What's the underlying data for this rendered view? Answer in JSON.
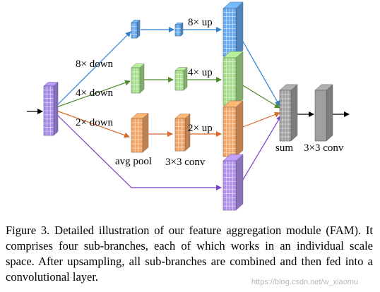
{
  "figure": {
    "branch_labels": {
      "down_8x": "8× down",
      "down_4x": "4× down",
      "down_2x": "2× down",
      "up_8x": "8× up",
      "up_4x": "4× up",
      "up_2x": "2× up",
      "avg_pool": "avg pool",
      "conv_3x3_branch": "3×3 conv",
      "sum": "sum",
      "conv_3x3_out": "3×3 conv"
    },
    "colors": {
      "input": "#a88ee8",
      "blue": "#6aaaf0",
      "green": "#a6dc8c",
      "orange": "#f3a66a",
      "purple": "#b193ec",
      "gray": "#a0a0a0",
      "arrow_blue": "#2f7fcf",
      "arrow_green": "#4f8a2c",
      "arrow_orange": "#d9682a",
      "arrow_purple": "#7a3fc4"
    }
  },
  "caption": {
    "text": "Figure 3. Detailed illustration of our feature aggregation module (FAM). It comprises four sub-branches, each of which works in an individual scale space. After upsampling, all sub-branches are combined and then fed into a convolutional layer."
  },
  "watermark": "https://blog.csdn.net/w_xiaomu"
}
